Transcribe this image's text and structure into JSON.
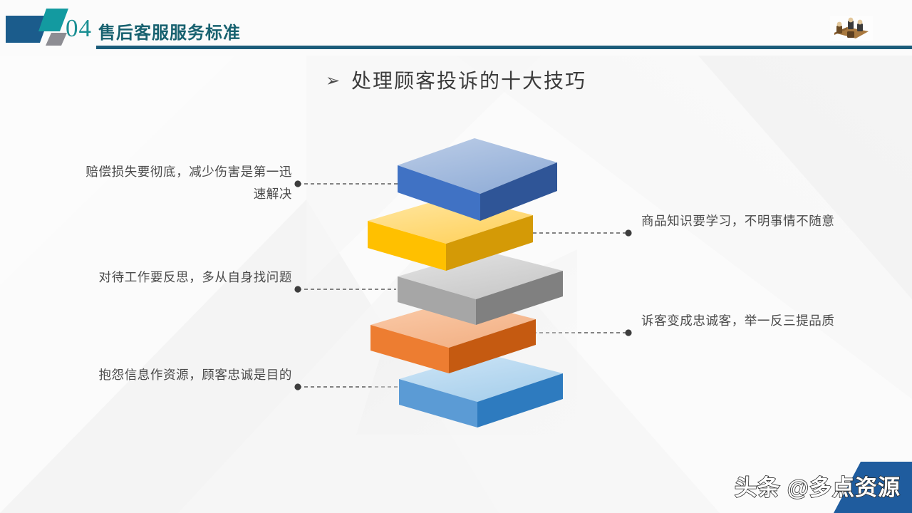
{
  "header": {
    "number": "04",
    "title": "售后客服服务标准",
    "logo_colors": {
      "primary": "#1b5c8c",
      "accent": "#139aa0",
      "muted": "#8d8d93"
    },
    "rule_color": "#1b5c7a",
    "photo_icon": "meeting-figures-photo"
  },
  "section": {
    "bullet": "➢",
    "title": "处理顾客投诉的十大技巧"
  },
  "stack": {
    "layers": [
      {
        "id": "layer-1",
        "name": "blue-top-layer",
        "top": "#a8bee0",
        "left": "#4072c4",
        "right": "#2f5597"
      },
      {
        "id": "layer-2",
        "name": "yellow-layer",
        "top": "#ffdd80",
        "left": "#ffc000",
        "right": "#d49a06"
      },
      {
        "id": "layer-3",
        "name": "gray-layer",
        "top": "#d9d9d9",
        "left": "#a6a6a6",
        "right": "#808080"
      },
      {
        "id": "layer-4",
        "name": "orange-layer",
        "top": "#f8bf96",
        "left": "#ed7d31",
        "right": "#c55a11"
      },
      {
        "id": "layer-5",
        "name": "blue-bottom-layer",
        "top": "#bcdcf2",
        "left": "#5b9bd5",
        "right": "#2e7bbf"
      }
    ]
  },
  "callouts": {
    "left": [
      {
        "id": "callout-left-1",
        "text": "赔偿损失要彻底，减少伤害是第一迅速解决"
      },
      {
        "id": "callout-left-2",
        "text": "对待工作要反思，多从自身找问题"
      },
      {
        "id": "callout-left-3",
        "text": "抱怨信息作资源，顾客忠诚是目的"
      }
    ],
    "right": [
      {
        "id": "callout-right-1",
        "text": "商品知识要学习，不明事情不随意"
      },
      {
        "id": "callout-right-2",
        "text": "诉客变成忠诚客，举一反三提品质"
      }
    ]
  },
  "watermark": {
    "text": "头条 @多点资源",
    "shape_color": "#1f5c9e"
  }
}
